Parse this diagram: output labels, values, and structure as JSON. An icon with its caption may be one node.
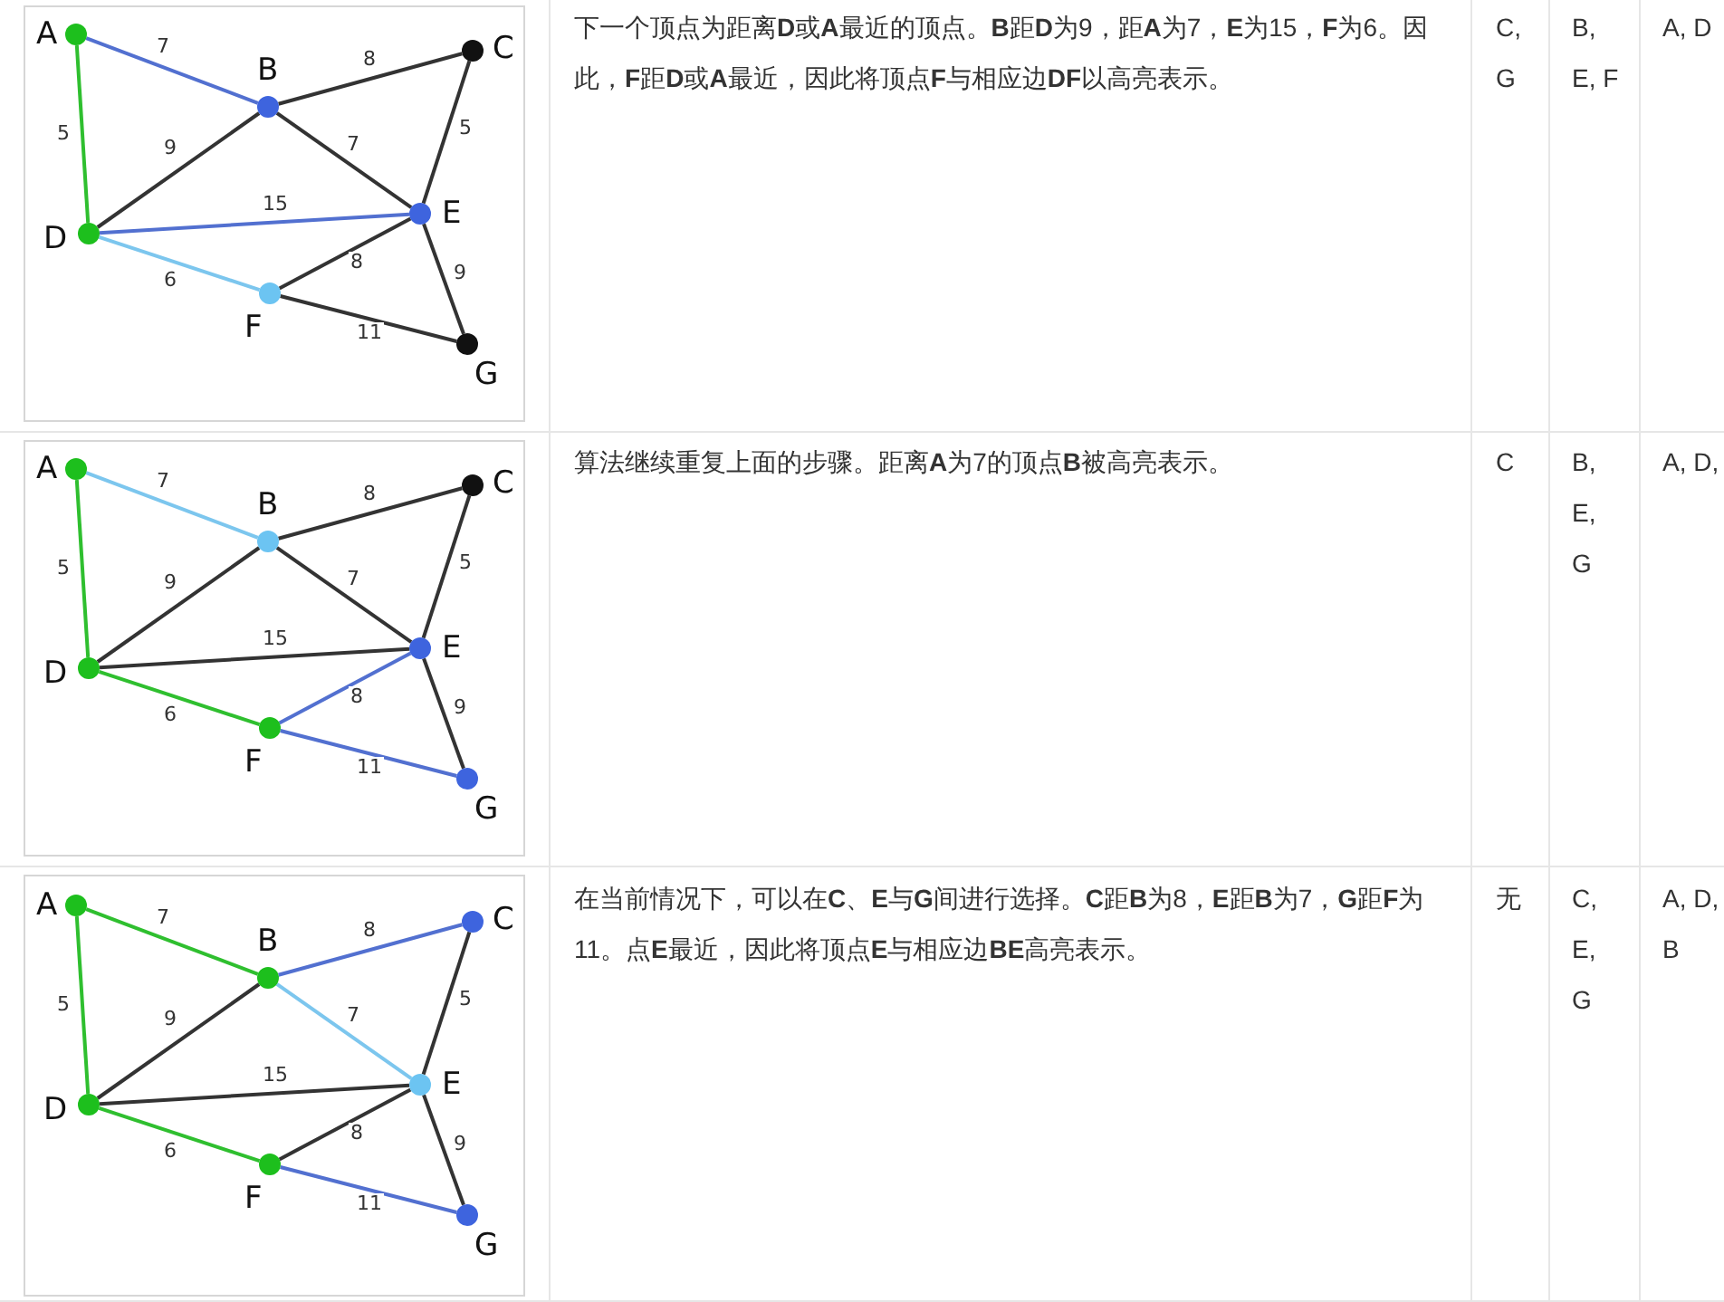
{
  "diagram": {
    "nodes": [
      {
        "text": [
          "A"
        ]
      },
      {
        "text": [
          "B"
        ]
      },
      {
        "text": [
          "C"
        ]
      },
      {
        "text": [
          "D"
        ]
      },
      {
        "text": [
          "E"
        ]
      },
      {
        "text": [
          "F"
        ]
      },
      {
        "text": [
          "G"
        ]
      },
      {
        "text": [
          "A"
        ]
      },
      {
        "text": [
          "B"
        ]
      },
      {
        "text": [
          "C"
        ]
      },
      {
        "text": [
          "D"
        ]
      },
      {
        "text": [
          "E"
        ]
      },
      {
        "text": [
          "F"
        ]
      },
      {
        "text": [
          "G"
        ]
      },
      {
        "text": [
          "A"
        ]
      },
      {
        "text": [
          "B"
        ]
      },
      {
        "text": [
          "C"
        ]
      },
      {
        "text": [
          "D"
        ]
      },
      {
        "text": [
          "E"
        ]
      },
      {
        "text": [
          "F"
        ]
      },
      {
        "text": [
          "G"
        ]
      }
    ],
    "edges": [
      {
        "from": 0,
        "to": 1,
        "arrow": "none",
        "label": "7",
        "color": "#5270d0"
      },
      {
        "from": 0,
        "to": 3,
        "arrow": "none",
        "label": "5",
        "color": "#2fbf2f"
      },
      {
        "from": 1,
        "to": 2,
        "arrow": "none",
        "label": "8"
      },
      {
        "from": 1,
        "to": 3,
        "arrow": "none",
        "label": "9"
      },
      {
        "from": 1,
        "to": 4,
        "arrow": "none",
        "label": "7"
      },
      {
        "from": 2,
        "to": 4,
        "arrow": "none",
        "label": "5"
      },
      {
        "from": 3,
        "to": 4,
        "arrow": "none",
        "label": "15",
        "color": "#5270d0"
      },
      {
        "from": 3,
        "to": 5,
        "arrow": "none",
        "label": "6",
        "color": "#7cc6ee"
      },
      {
        "from": 4,
        "to": 5,
        "arrow": "none",
        "label": "8"
      },
      {
        "from": 4,
        "to": 6,
        "arrow": "none",
        "label": "9"
      },
      {
        "from": 5,
        "to": 6,
        "arrow": "none",
        "label": "11"
      },
      {
        "from": 7,
        "to": 8,
        "arrow": "none",
        "label": "7",
        "color": "#7cc6ee"
      },
      {
        "from": 7,
        "to": 10,
        "arrow": "none",
        "label": "5",
        "color": "#2fbf2f"
      },
      {
        "from": 8,
        "to": 9,
        "arrow": "none",
        "label": "8"
      },
      {
        "from": 8,
        "to": 10,
        "arrow": "none",
        "label": "9"
      },
      {
        "from": 8,
        "to": 11,
        "arrow": "none",
        "label": "7"
      },
      {
        "from": 9,
        "to": 11,
        "arrow": "none",
        "label": "5"
      },
      {
        "from": 10,
        "to": 11,
        "arrow": "none",
        "label": "15"
      },
      {
        "from": 10,
        "to": 12,
        "arrow": "none",
        "label": "6",
        "color": "#2fbf2f"
      },
      {
        "from": 11,
        "to": 12,
        "arrow": "none",
        "label": "8",
        "color": "#5270d0"
      },
      {
        "from": 11,
        "to": 13,
        "arrow": "none",
        "label": "9"
      },
      {
        "from": 12,
        "to": 13,
        "arrow": "none",
        "label": "11",
        "color": "#5270d0"
      },
      {
        "from": 14,
        "to": 15,
        "arrow": "none",
        "label": "7",
        "color": "#2fbf2f"
      },
      {
        "from": 14,
        "to": 17,
        "arrow": "none",
        "label": "5",
        "color": "#2fbf2f"
      },
      {
        "from": 15,
        "to": 16,
        "arrow": "none",
        "label": "8",
        "color": "#5270d0"
      },
      {
        "from": 15,
        "to": 17,
        "arrow": "none",
        "label": "9"
      },
      {
        "from": 15,
        "to": 18,
        "arrow": "none",
        "label": "7",
        "color": "#7cc6ee"
      },
      {
        "from": 16,
        "to": 18,
        "arrow": "none",
        "label": "5"
      },
      {
        "from": 17,
        "to": 18,
        "arrow": "none",
        "label": "15"
      },
      {
        "from": 17,
        "to": 19,
        "arrow": "none",
        "label": "6",
        "color": "#2fbf2f"
      },
      {
        "from": 18,
        "to": 19,
        "arrow": "none",
        "label": "8"
      },
      {
        "from": 18,
        "to": 20,
        "arrow": "none",
        "label": "9"
      },
      {
        "from": 19,
        "to": 20,
        "arrow": "none",
        "label": "11",
        "color": "#5270d0"
      }
    ],
    "labels": [
      "下一个顶点为距离**D**或**A**最近的顶点。**B**距**D**为9，距**A**为7，**E**为15，**F**为6。因此，**F**距**D**或**A**最近，因此将顶点**F**与相应边**DF**以高亮表示。",
      "C, G",
      "B, E, F",
      "A, D",
      "算法继续重复上面的步骤。距离**A**为7的顶点**B**被高亮表示。",
      "C",
      "B, E, G",
      "A, D,",
      "在当前情况下，可以在**C**、**E**与**G**间进行选择。**C**距**B**为8，**E**距**B**为7，**G**距**F**为11。点**E**最近，因此将顶点**E**与相应边**BE**高亮表示。",
      "无",
      "C, E, G",
      "A, D, B"
    ]
  }
}
